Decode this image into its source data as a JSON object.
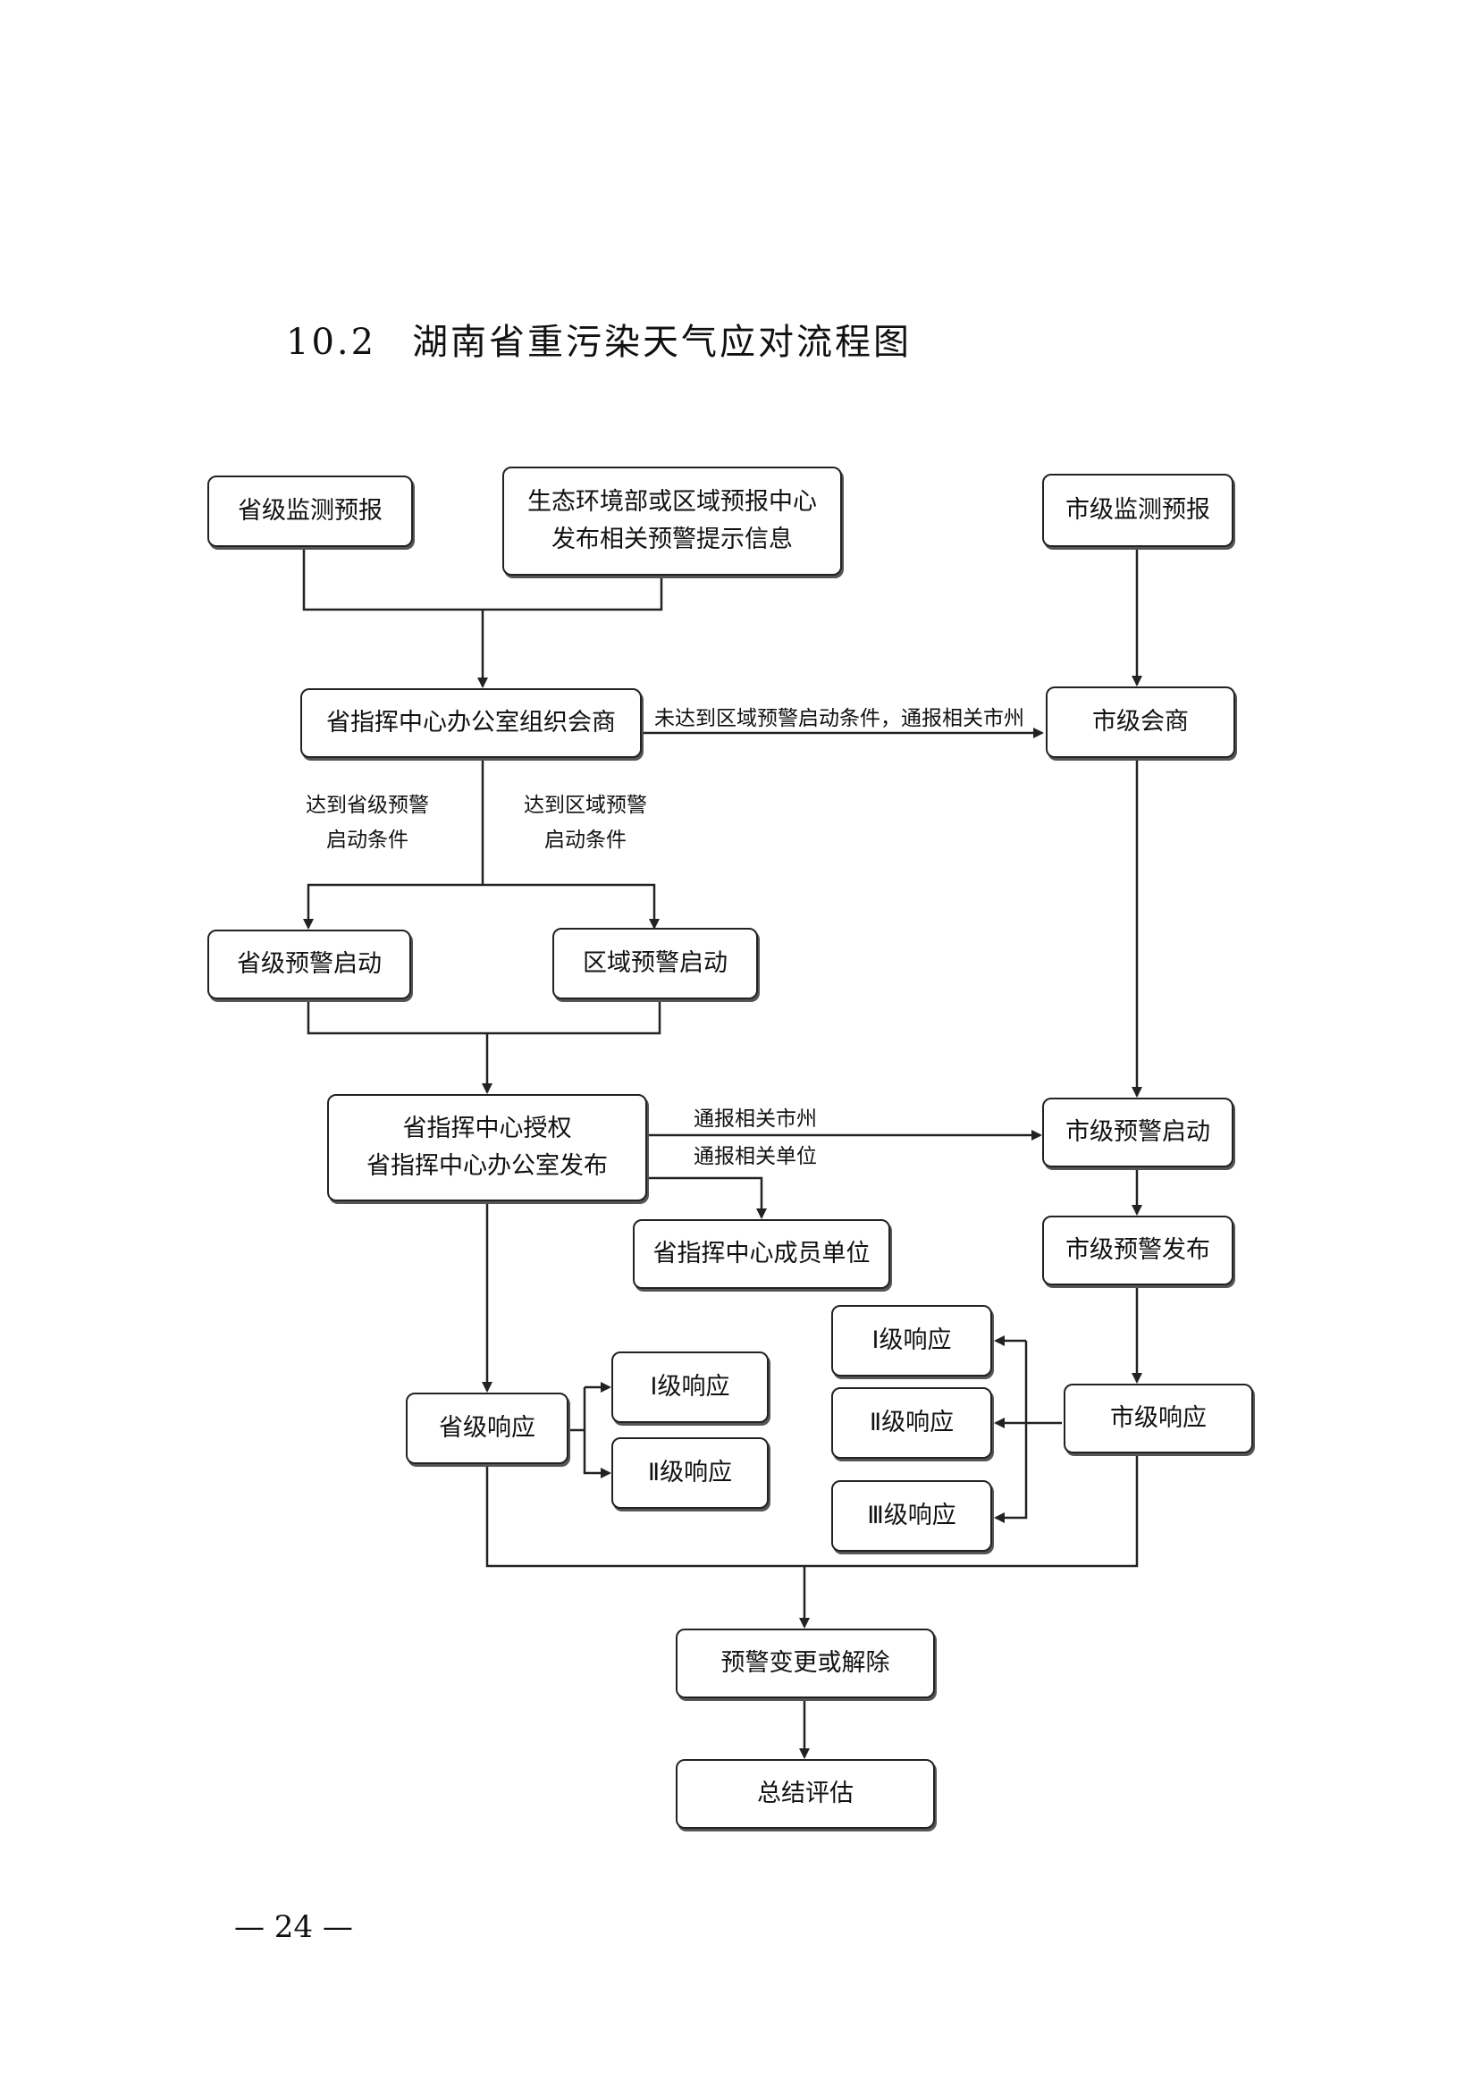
{
  "heading": {
    "number": "10.2",
    "title": "湖南省重污染天气应对流程图"
  },
  "boxes": {
    "prov_monitor": "省级监测预报",
    "ministry_line1": "生态环境部或区域预报中心",
    "ministry_line2": "发布相关预警提示信息",
    "city_monitor": "市级监测预报",
    "prov_office_consult": "省指挥中心办公室组织会商",
    "city_consult": "市级会商",
    "prov_warning_start": "省级预警启动",
    "region_warning_start": "区域预警启动",
    "prov_auth_line1": "省指挥中心授权",
    "prov_auth_line2": "省指挥中心办公室发布",
    "city_warning_start": "市级预警启动",
    "member_units": "省指挥中心成员单位",
    "city_warning_publish": "市级预警发布",
    "prov_response": "省级响应",
    "prov_level1": "Ⅰ级响应",
    "prov_level2": "Ⅱ级响应",
    "city_level1": "Ⅰ级响应",
    "city_level2": "Ⅱ级响应",
    "city_level3": "Ⅲ级响应",
    "city_response": "市级响应",
    "change_or_lift": "预警变更或解除",
    "summary": "总结评估"
  },
  "labels": {
    "not_reached": "未达到区域预警启动条件，通报相关市州",
    "prov_cond_line1": "达到省级预警",
    "prov_cond_line2": "启动条件",
    "region_cond_line1": "达到区域预警",
    "region_cond_line2": "启动条件",
    "notify_cities": "通报相关市州",
    "notify_units": "通报相关单位"
  },
  "footer": {
    "page_number": "— 24 —"
  }
}
